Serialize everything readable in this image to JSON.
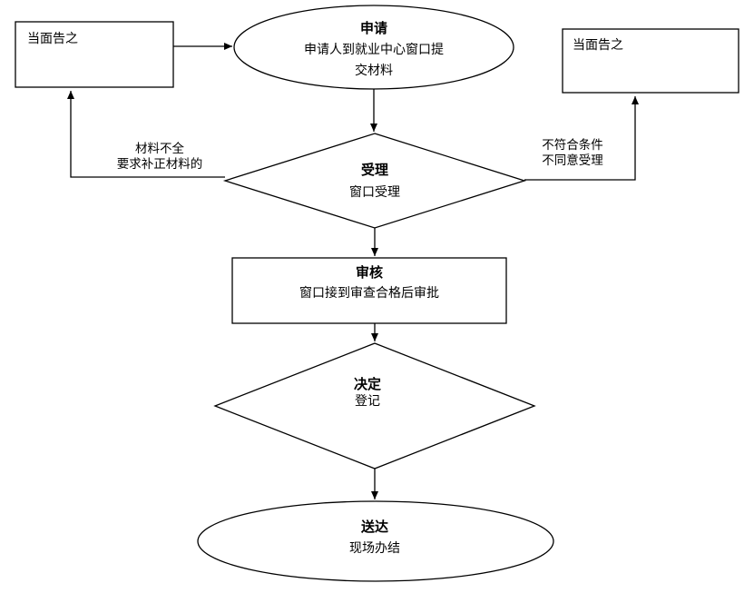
{
  "nodes": {
    "notice_left": {
      "text": "当面告之"
    },
    "notice_right": {
      "text": "当面告之"
    },
    "apply": {
      "title": "申请",
      "line1": "申请人到就业中心窗口提",
      "line2": "交材料"
    },
    "accept": {
      "title": "受理",
      "body": "窗口受理"
    },
    "review": {
      "title": "审核",
      "body": "窗口接到审查合格后审批"
    },
    "decide": {
      "title": "决定",
      "body": "登记"
    },
    "deliver": {
      "title": "送达",
      "body": "现场办结"
    }
  },
  "edges": {
    "incomplete": {
      "line1": "材料不全",
      "line2": "要求补正材料的"
    },
    "rejected": {
      "line1": "不符合条件",
      "line2": "不同意受理"
    }
  }
}
